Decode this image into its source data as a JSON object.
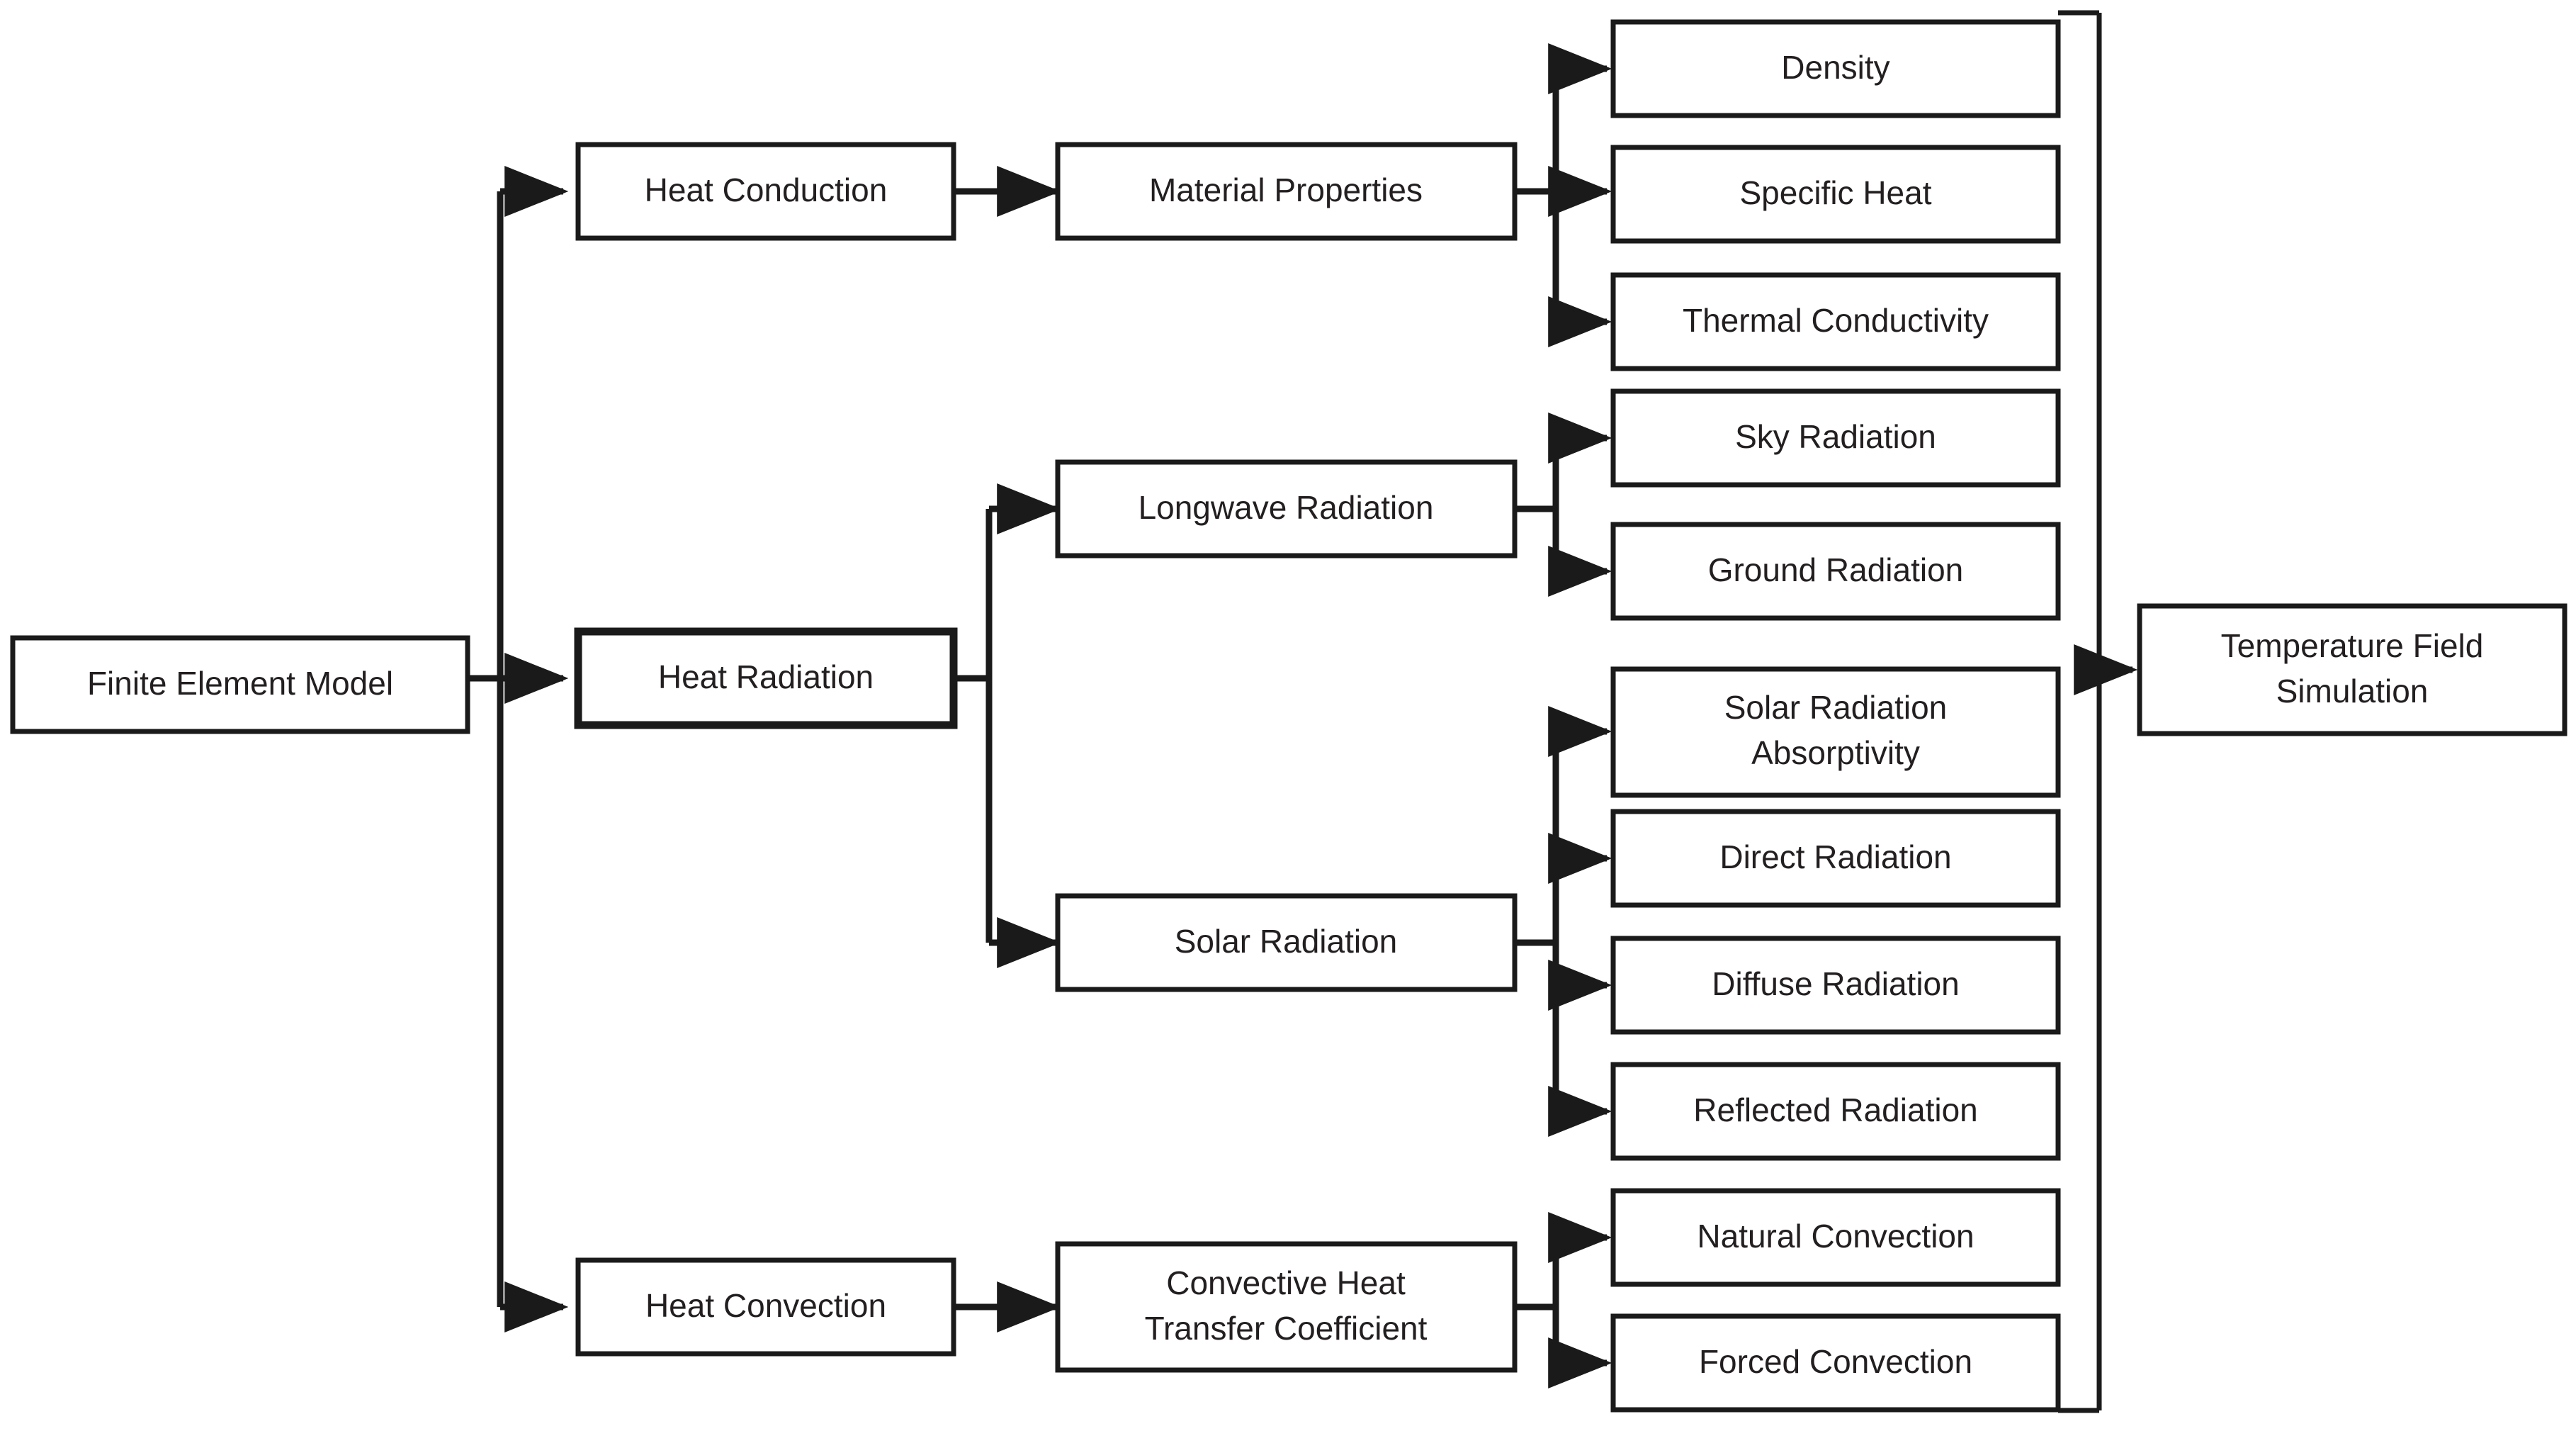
{
  "diagram": {
    "title": "Finite Element Model heat transfer decomposition flowchart",
    "background_color": "#ffffff",
    "line_color": "#1a1a1a",
    "text_color": "#231f20",
    "root": {
      "id": "finite-element-model",
      "label": "Finite Element Model"
    },
    "output": {
      "id": "temperature-field-simulation",
      "label_line1": "Temperature Field",
      "label_line2": "Simulation"
    },
    "branches": [
      {
        "id": "heat-conduction",
        "label": "Heat Conduction",
        "emphasis": false,
        "mid": [
          {
            "id": "material-properties",
            "label": "Material Properties",
            "leaves": [
              {
                "id": "density",
                "label": "Density"
              },
              {
                "id": "specific-heat",
                "label": "Specific Heat"
              },
              {
                "id": "thermal-conductivity",
                "label": "Thermal Conductivity"
              }
            ]
          }
        ]
      },
      {
        "id": "heat-radiation",
        "label": "Heat Radiation",
        "emphasis": true,
        "mid": [
          {
            "id": "longwave-radiation",
            "label": "Longwave Radiation",
            "leaves": [
              {
                "id": "sky-radiation",
                "label": "Sky Radiation"
              },
              {
                "id": "ground-radiation",
                "label": "Ground Radiation"
              }
            ]
          },
          {
            "id": "solar-radiation",
            "label": "Solar Radiation",
            "leaves": [
              {
                "id": "solar-radiation-absorptivity",
                "label_line1": "Solar Radiation",
                "label_line2": "Absorptivity"
              },
              {
                "id": "direct-radiation",
                "label": "Direct Radiation"
              },
              {
                "id": "diffuse-radiation",
                "label": "Diffuse Radiation"
              },
              {
                "id": "reflected-radiation",
                "label": "Reflected Radiation"
              }
            ]
          }
        ]
      },
      {
        "id": "heat-convection",
        "label": "Heat Convection",
        "emphasis": false,
        "mid": [
          {
            "id": "convective-heat-transfer-coefficient",
            "label_line1": "Convective Heat",
            "label_line2": "Transfer Coefficient",
            "leaves": [
              {
                "id": "natural-convection",
                "label": "Natural Convection"
              },
              {
                "id": "forced-convection",
                "label": "Forced Convection"
              }
            ]
          }
        ]
      }
    ]
  }
}
